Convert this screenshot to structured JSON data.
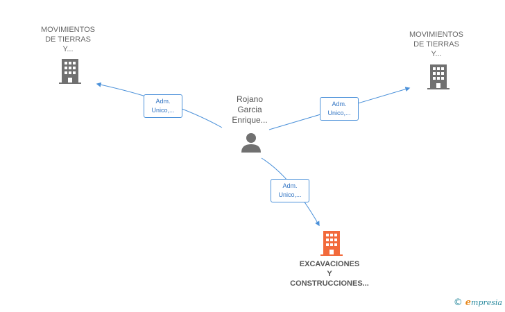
{
  "nodes": {
    "company_left": {
      "line1": "MOVIMIENTOS",
      "line2": "DE TIERRAS",
      "line3": "Y...",
      "icon": "building-icon",
      "color": "#707070"
    },
    "company_right": {
      "line1": "MOVIMIENTOS",
      "line2": "DE TIERRAS",
      "line3": "Y...",
      "icon": "building-icon",
      "color": "#707070"
    },
    "person": {
      "line1": "Rojano",
      "line2": "Garcia",
      "line3": "Enrique...",
      "icon": "person-icon",
      "color": "#707070"
    },
    "company_main": {
      "line1": "EXCAVACIONES",
      "line2": "Y",
      "line3": "CONSTRUCCIONES...",
      "icon": "building-icon",
      "color": "#f26a3b"
    }
  },
  "edges": [
    {
      "from": "person",
      "to": "company_left",
      "line1": "Adm.",
      "line2": "Unico,..."
    },
    {
      "from": "person",
      "to": "company_right",
      "line1": "Adm.",
      "line2": "Unico,..."
    },
    {
      "from": "person",
      "to": "company_main",
      "line1": "Adm.",
      "line2": "Unico,..."
    }
  ],
  "colors": {
    "edge": "#4a90d9"
  },
  "footer": {
    "copyright": "©",
    "brand_initial": "e",
    "brand_rest": "mpresia"
  }
}
